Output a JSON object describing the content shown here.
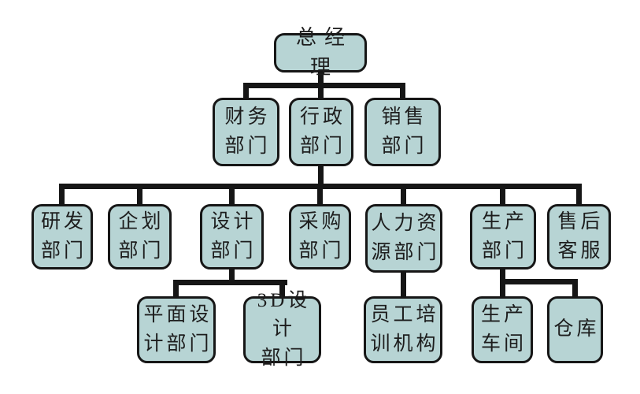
{
  "theme": {
    "node_fill": "#b7d4d4",
    "node_border": "#161616",
    "connector": "#161616",
    "text": "#1d1d1d",
    "background": "#ffffff"
  },
  "org": {
    "ceo": {
      "label": "总经理"
    },
    "finance": {
      "label": "财务\n部门"
    },
    "admin": {
      "label": "行政\n部门"
    },
    "sales": {
      "label": "销售\n部门"
    },
    "rd": {
      "label": "研发\n部门"
    },
    "planning": {
      "label": "企划\n部门"
    },
    "design": {
      "label": "设计\n部门"
    },
    "purchasing": {
      "label": "采购\n部门"
    },
    "hr": {
      "label": "人力资\n源部门"
    },
    "production": {
      "label": "生产\n部门"
    },
    "after_sales": {
      "label": "售后\n客服"
    },
    "graphic_design": {
      "label": "平面设\n计部门"
    },
    "threed_design": {
      "label": "3D设计\n部门"
    },
    "training": {
      "label": "员工培\n训机构"
    },
    "workshop": {
      "label": "生产\n车间"
    },
    "warehouse": {
      "label": "仓库"
    }
  }
}
